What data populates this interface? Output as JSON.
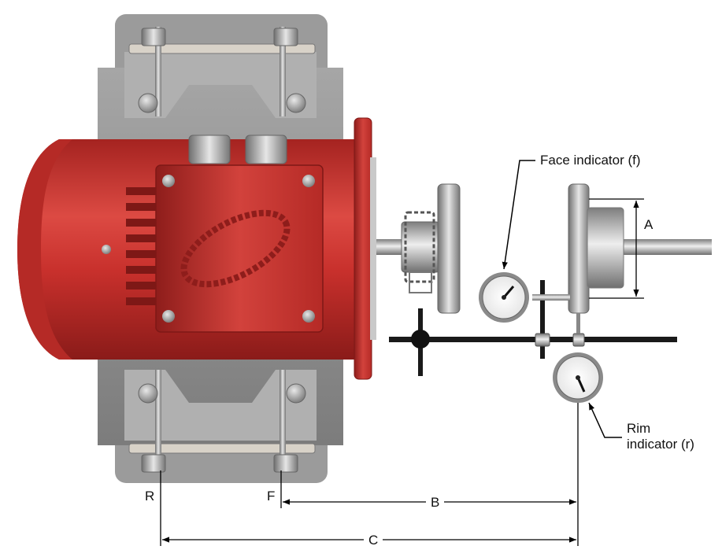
{
  "labels": {
    "face_indicator": "Face indicator (f)",
    "rim_indicator_line1": "Rim",
    "rim_indicator_line2": "indicator (r)",
    "dim_a": "A",
    "dim_b": "B",
    "dim_c": "C",
    "point_r": "R",
    "point_f": "F"
  },
  "colors": {
    "motor_red": "#c8302c",
    "motor_red_dark": "#8e1d1b",
    "frame_gray": "#8f8f8f",
    "frame_gray_light": "#b5b5b5",
    "steel": "#c7c7c7",
    "bar_black": "#1a1a1a"
  }
}
